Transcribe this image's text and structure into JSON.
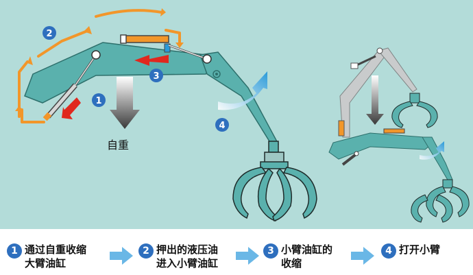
{
  "labels": {
    "gravity": "自重"
  },
  "markers": [
    "1",
    "2",
    "3",
    "4"
  ],
  "steps": [
    {
      "number": "1",
      "line1": "通过自重收缩",
      "line2": "大臂油缸"
    },
    {
      "number": "2",
      "line1": "押出的液压油",
      "line2": "进入小臂油缸"
    },
    {
      "number": "3",
      "line1": "小臂油缸的",
      "line2": "收缩"
    },
    {
      "number": "4",
      "line1": "打开小臂",
      "line2": ""
    }
  ],
  "colors": {
    "background": "#b3dcd9",
    "arm": "#5ab1ad",
    "arm_stroke": "#2d6f6b",
    "badge": "#2e6fbe",
    "orange_flow": "#f2962a",
    "red_arrow": "#e0281e",
    "blue_arrow": "#2a9ad8",
    "legend_arrow": "#6ab7e6",
    "ghost_arm": "#c9cbcc"
  }
}
